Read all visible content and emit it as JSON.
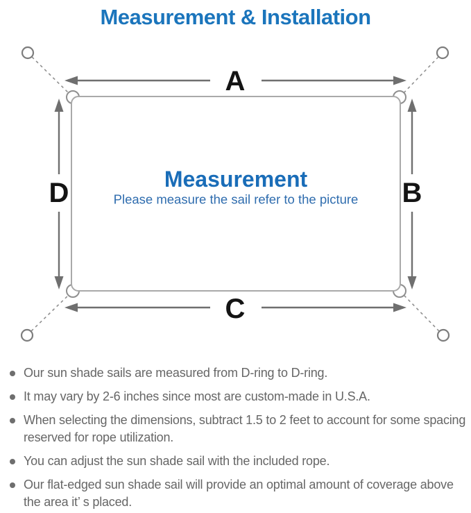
{
  "title": "Measurement & Installation",
  "colors": {
    "title_blue": "#1b75bc",
    "heading_blue": "#1a6db8",
    "subtitle_blue": "#2e6cae",
    "line_gray": "#6f6f6f",
    "outline_gray": "#a9a9a9",
    "text_gray": "#666666",
    "label_black": "#141414"
  },
  "diagram": {
    "labels": {
      "top": "A",
      "right": "B",
      "bottom": "C",
      "left": "D"
    },
    "center_title": "Measurement",
    "center_subtitle": "Please measure the sail refer to the picture",
    "icons": {
      "corners": "d-ring",
      "anchors": "anchor-ring-circle",
      "tethers": "dashed-rope-line",
      "arrows": "double-headed-measure-arrow"
    }
  },
  "bullets": [
    {
      "text": "Our sun shade sails are measured from D-ring to D-ring."
    },
    {
      "text": "It may vary by 2-6 inches since most are custom-made in U.S.A."
    },
    {
      "text": "When selecting the dimensions, subtract 1.5 to 2 feet to account for some spacing reserved for rope utilization."
    },
    {
      "text": "You can adjust the sun shade sail with the included rope."
    },
    {
      "text": "Our flat-edged sun shade sail will provide an optimal amount of coverage above the area it’ s placed."
    }
  ]
}
